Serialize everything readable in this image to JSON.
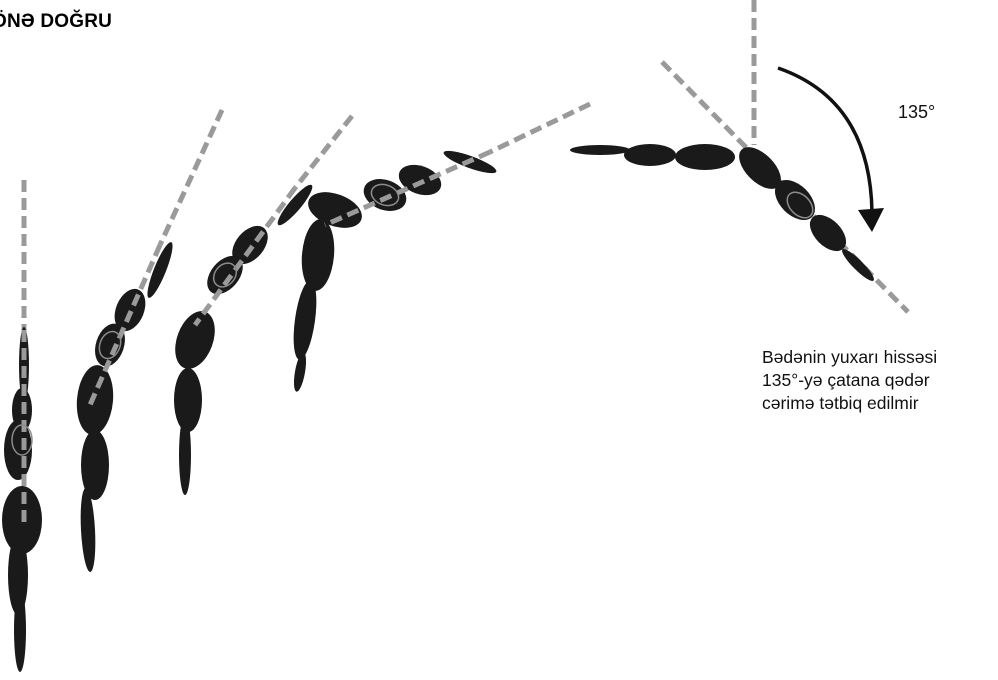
{
  "header": {
    "title": "ÖNƏ DOĞRU"
  },
  "angle": {
    "label": "135°"
  },
  "note": {
    "lines": [
      "Bədənin yuxarı hissəsi",
      "135°-yə çatana qədər",
      "cərimə tətbiq edilmir"
    ]
  },
  "colors": {
    "silhouette": "#1a1a1a",
    "dashed_line": "#9a9a9a",
    "text": "#111111",
    "background": "#ffffff"
  },
  "icons": {
    "arrow": "curved-arrow-icon"
  }
}
